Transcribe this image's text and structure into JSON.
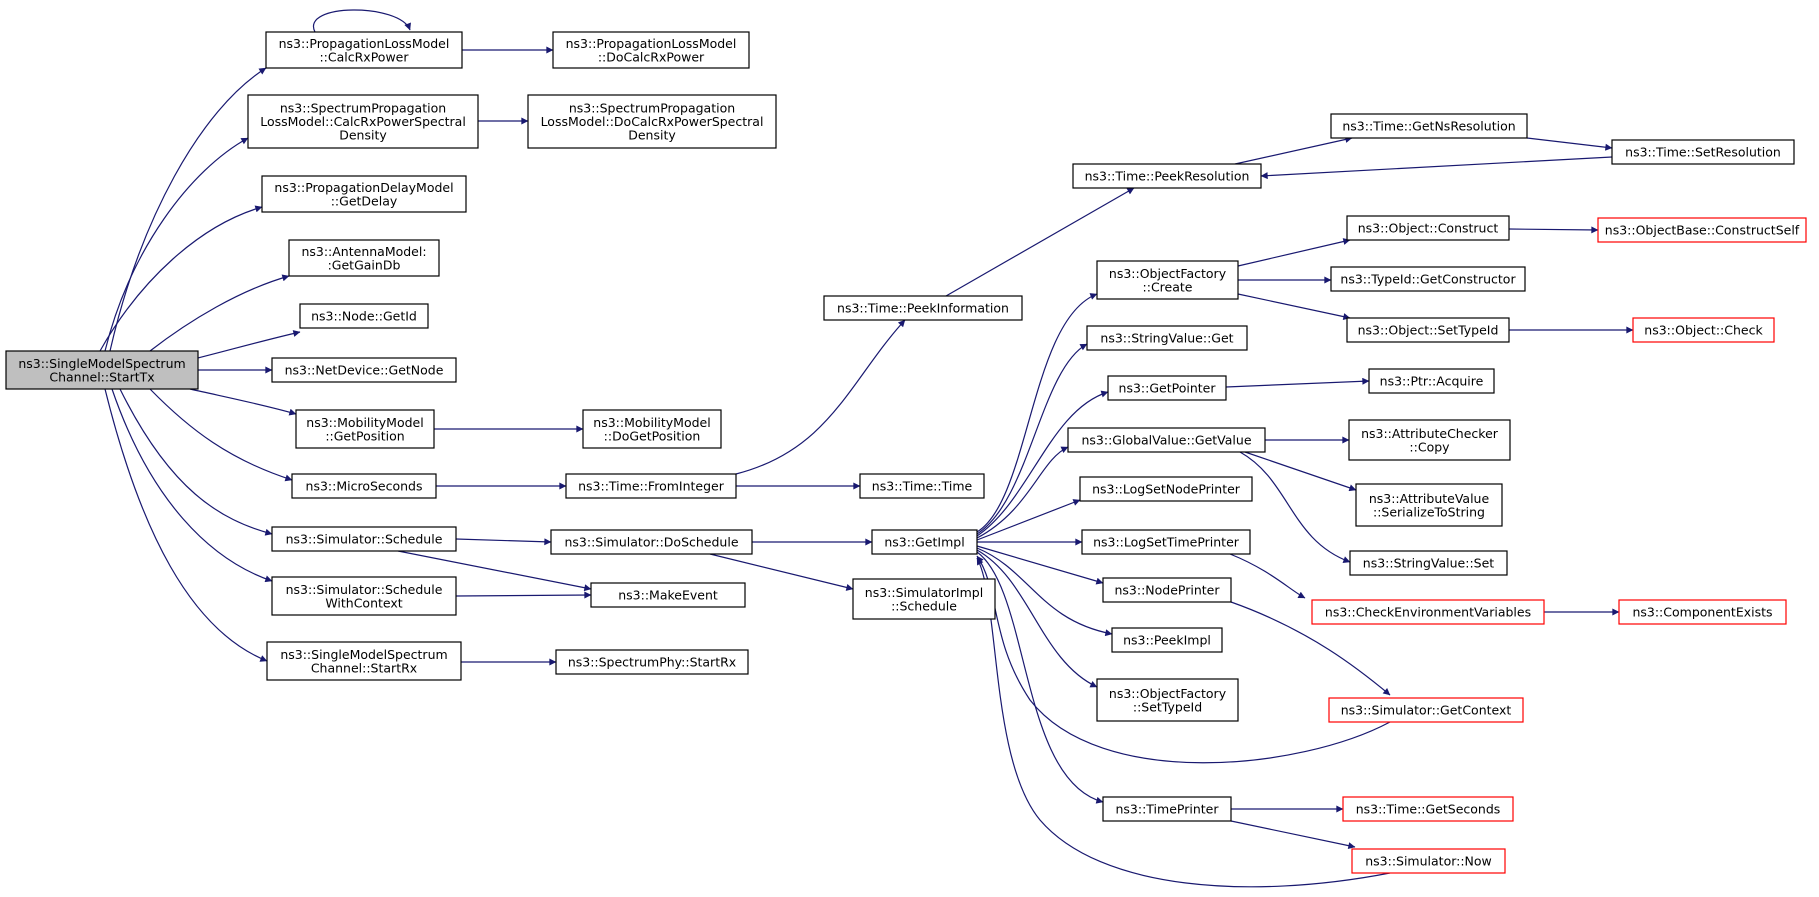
{
  "diagram": {
    "title": "",
    "colors": {
      "edge": "#191970",
      "truncated_border": "#ff0000",
      "root_fill": "#bfbfbf",
      "node_border": "#000000"
    },
    "nodes": [
      {
        "id": "root",
        "label": [
          "ns3::SingleModelSpectrum",
          "Channel::StartTx"
        ],
        "style": "root"
      },
      {
        "id": "plm_calc",
        "label": [
          "ns3::PropagationLossModel",
          "::CalcRxPower"
        ]
      },
      {
        "id": "plm_docalc",
        "label": [
          "ns3::PropagationLossModel",
          "::DoCalcRxPower"
        ]
      },
      {
        "id": "splm_calc",
        "label": [
          "ns3::SpectrumPropagation",
          "LossModel::CalcRxPowerSpectral",
          "Density"
        ]
      },
      {
        "id": "splm_docalc",
        "label": [
          "ns3::SpectrumPropagation",
          "LossModel::DoCalcRxPowerSpectral",
          "Density"
        ]
      },
      {
        "id": "pdm_getdelay",
        "label": [
          "ns3::PropagationDelayModel",
          "::GetDelay"
        ]
      },
      {
        "id": "ant_gain",
        "label": [
          "ns3::AntennaModel:",
          ":GetGainDb"
        ]
      },
      {
        "id": "node_getid",
        "label": [
          "ns3::Node::GetId"
        ]
      },
      {
        "id": "netdev_getnode",
        "label": [
          "ns3::NetDevice::GetNode"
        ]
      },
      {
        "id": "mob_getpos",
        "label": [
          "ns3::MobilityModel",
          "::GetPosition"
        ]
      },
      {
        "id": "mob_dogetpos",
        "label": [
          "ns3::MobilityModel",
          "::DoGetPosition"
        ]
      },
      {
        "id": "microseconds",
        "label": [
          "ns3::MicroSeconds"
        ]
      },
      {
        "id": "time_fromint",
        "label": [
          "ns3::Time::FromInteger"
        ]
      },
      {
        "id": "time_time",
        "label": [
          "ns3::Time::Time"
        ]
      },
      {
        "id": "time_peekinfo",
        "label": [
          "ns3::Time::PeekInformation"
        ]
      },
      {
        "id": "time_peekres",
        "label": [
          "ns3::Time::PeekResolution"
        ]
      },
      {
        "id": "time_getnsres",
        "label": [
          "ns3::Time::GetNsResolution"
        ]
      },
      {
        "id": "time_setres",
        "label": [
          "ns3::Time::SetResolution"
        ]
      },
      {
        "id": "sim_schedule",
        "label": [
          "ns3::Simulator::Schedule"
        ]
      },
      {
        "id": "sim_doschedule",
        "label": [
          "ns3::Simulator::DoSchedule"
        ]
      },
      {
        "id": "sim_schedwc",
        "label": [
          "ns3::Simulator::Schedule",
          "WithContext"
        ]
      },
      {
        "id": "makeevent",
        "label": [
          "ns3::MakeEvent"
        ]
      },
      {
        "id": "simimpl_sched",
        "label": [
          "ns3::SimulatorImpl",
          "::Schedule"
        ]
      },
      {
        "id": "smsc_startrx",
        "label": [
          "ns3::SingleModelSpectrum",
          "Channel::StartRx"
        ]
      },
      {
        "id": "phy_startrx",
        "label": [
          "ns3::SpectrumPhy::StartRx"
        ]
      },
      {
        "id": "getimpl",
        "label": [
          "ns3::GetImpl"
        ]
      },
      {
        "id": "of_create",
        "label": [
          "ns3::ObjectFactory",
          "::Create"
        ]
      },
      {
        "id": "obj_construct",
        "label": [
          "ns3::Object::Construct"
        ]
      },
      {
        "id": "objbase_cs",
        "label": [
          "ns3::ObjectBase::ConstructSelf"
        ],
        "style": "red"
      },
      {
        "id": "typeid_getctor",
        "label": [
          "ns3::TypeId::GetConstructor"
        ]
      },
      {
        "id": "obj_settypeid",
        "label": [
          "ns3::Object::SetTypeId"
        ]
      },
      {
        "id": "obj_check",
        "label": [
          "ns3::Object::Check"
        ],
        "style": "red"
      },
      {
        "id": "strval_get",
        "label": [
          "ns3::StringValue::Get"
        ]
      },
      {
        "id": "getpointer",
        "label": [
          "ns3::GetPointer"
        ]
      },
      {
        "id": "ptr_acquire",
        "label": [
          "ns3::Ptr::Acquire"
        ]
      },
      {
        "id": "gv_getvalue",
        "label": [
          "ns3::GlobalValue::GetValue"
        ]
      },
      {
        "id": "ac_copy",
        "label": [
          "ns3::AttributeChecker",
          "::Copy"
        ]
      },
      {
        "id": "av_serialize",
        "label": [
          "ns3::AttributeValue",
          "::SerializeToString"
        ]
      },
      {
        "id": "strval_set",
        "label": [
          "ns3::StringValue::Set"
        ]
      },
      {
        "id": "log_nodeprinter",
        "label": [
          "ns3::LogSetNodePrinter"
        ]
      },
      {
        "id": "log_timeprinter",
        "label": [
          "ns3::LogSetTimePrinter"
        ]
      },
      {
        "id": "check_env",
        "label": [
          "ns3::CheckEnvironmentVariables"
        ],
        "style": "red"
      },
      {
        "id": "comp_exists",
        "label": [
          "ns3::ComponentExists"
        ],
        "style": "red"
      },
      {
        "id": "nodeprinter",
        "label": [
          "ns3::NodePrinter"
        ]
      },
      {
        "id": "peekimpl",
        "label": [
          "ns3::PeekImpl"
        ]
      },
      {
        "id": "of_settypeid",
        "label": [
          "ns3::ObjectFactory",
          "::SetTypeId"
        ]
      },
      {
        "id": "sim_getcontext",
        "label": [
          "ns3::Simulator::GetContext"
        ],
        "style": "red"
      },
      {
        "id": "timeprinter",
        "label": [
          "ns3::TimePrinter"
        ]
      },
      {
        "id": "time_getseconds",
        "label": [
          "ns3::Time::GetSeconds"
        ],
        "style": "red"
      },
      {
        "id": "sim_now",
        "label": [
          "ns3::Simulator::Now"
        ],
        "style": "red"
      }
    ],
    "edges": [
      {
        "from": "root",
        "to": "plm_calc"
      },
      {
        "from": "plm_calc",
        "to": "plm_calc"
      },
      {
        "from": "plm_calc",
        "to": "plm_docalc"
      },
      {
        "from": "root",
        "to": "splm_calc"
      },
      {
        "from": "splm_calc",
        "to": "splm_docalc"
      },
      {
        "from": "root",
        "to": "pdm_getdelay"
      },
      {
        "from": "root",
        "to": "ant_gain"
      },
      {
        "from": "root",
        "to": "node_getid"
      },
      {
        "from": "root",
        "to": "netdev_getnode"
      },
      {
        "from": "root",
        "to": "mob_getpos"
      },
      {
        "from": "mob_getpos",
        "to": "mob_dogetpos"
      },
      {
        "from": "root",
        "to": "microseconds"
      },
      {
        "from": "microseconds",
        "to": "time_fromint"
      },
      {
        "from": "time_fromint",
        "to": "time_time"
      },
      {
        "from": "time_fromint",
        "to": "time_peekinfo"
      },
      {
        "from": "time_peekinfo",
        "to": "time_peekres"
      },
      {
        "from": "time_peekres",
        "to": "time_getnsres"
      },
      {
        "from": "time_getnsres",
        "to": "time_setres"
      },
      {
        "from": "time_setres",
        "to": "time_peekres"
      },
      {
        "from": "root",
        "to": "sim_schedule"
      },
      {
        "from": "sim_schedule",
        "to": "sim_doschedule"
      },
      {
        "from": "sim_schedule",
        "to": "makeevent"
      },
      {
        "from": "root",
        "to": "sim_schedwc"
      },
      {
        "from": "sim_schedwc",
        "to": "makeevent"
      },
      {
        "from": "sim_doschedule",
        "to": "getimpl"
      },
      {
        "from": "sim_doschedule",
        "to": "simimpl_sched"
      },
      {
        "from": "root",
        "to": "smsc_startrx"
      },
      {
        "from": "smsc_startrx",
        "to": "phy_startrx"
      },
      {
        "from": "getimpl",
        "to": "of_create"
      },
      {
        "from": "getimpl",
        "to": "strval_get"
      },
      {
        "from": "getimpl",
        "to": "getpointer"
      },
      {
        "from": "getimpl",
        "to": "gv_getvalue"
      },
      {
        "from": "getimpl",
        "to": "log_nodeprinter"
      },
      {
        "from": "getimpl",
        "to": "log_timeprinter"
      },
      {
        "from": "getimpl",
        "to": "nodeprinter"
      },
      {
        "from": "getimpl",
        "to": "peekimpl"
      },
      {
        "from": "getimpl",
        "to": "of_settypeid"
      },
      {
        "from": "getimpl",
        "to": "timeprinter"
      },
      {
        "from": "of_create",
        "to": "obj_construct"
      },
      {
        "from": "of_create",
        "to": "typeid_getctor"
      },
      {
        "from": "of_create",
        "to": "obj_settypeid"
      },
      {
        "from": "obj_construct",
        "to": "objbase_cs"
      },
      {
        "from": "obj_settypeid",
        "to": "obj_check"
      },
      {
        "from": "getpointer",
        "to": "ptr_acquire"
      },
      {
        "from": "gv_getvalue",
        "to": "ac_copy"
      },
      {
        "from": "gv_getvalue",
        "to": "av_serialize"
      },
      {
        "from": "gv_getvalue",
        "to": "strval_set"
      },
      {
        "from": "log_timeprinter",
        "to": "check_env"
      },
      {
        "from": "check_env",
        "to": "comp_exists"
      },
      {
        "from": "nodeprinter",
        "to": "sim_getcontext"
      },
      {
        "from": "sim_getcontext",
        "to": "getimpl"
      },
      {
        "from": "timeprinter",
        "to": "time_getseconds"
      },
      {
        "from": "timeprinter",
        "to": "sim_now"
      },
      {
        "from": "sim_now",
        "to": "getimpl"
      }
    ]
  }
}
